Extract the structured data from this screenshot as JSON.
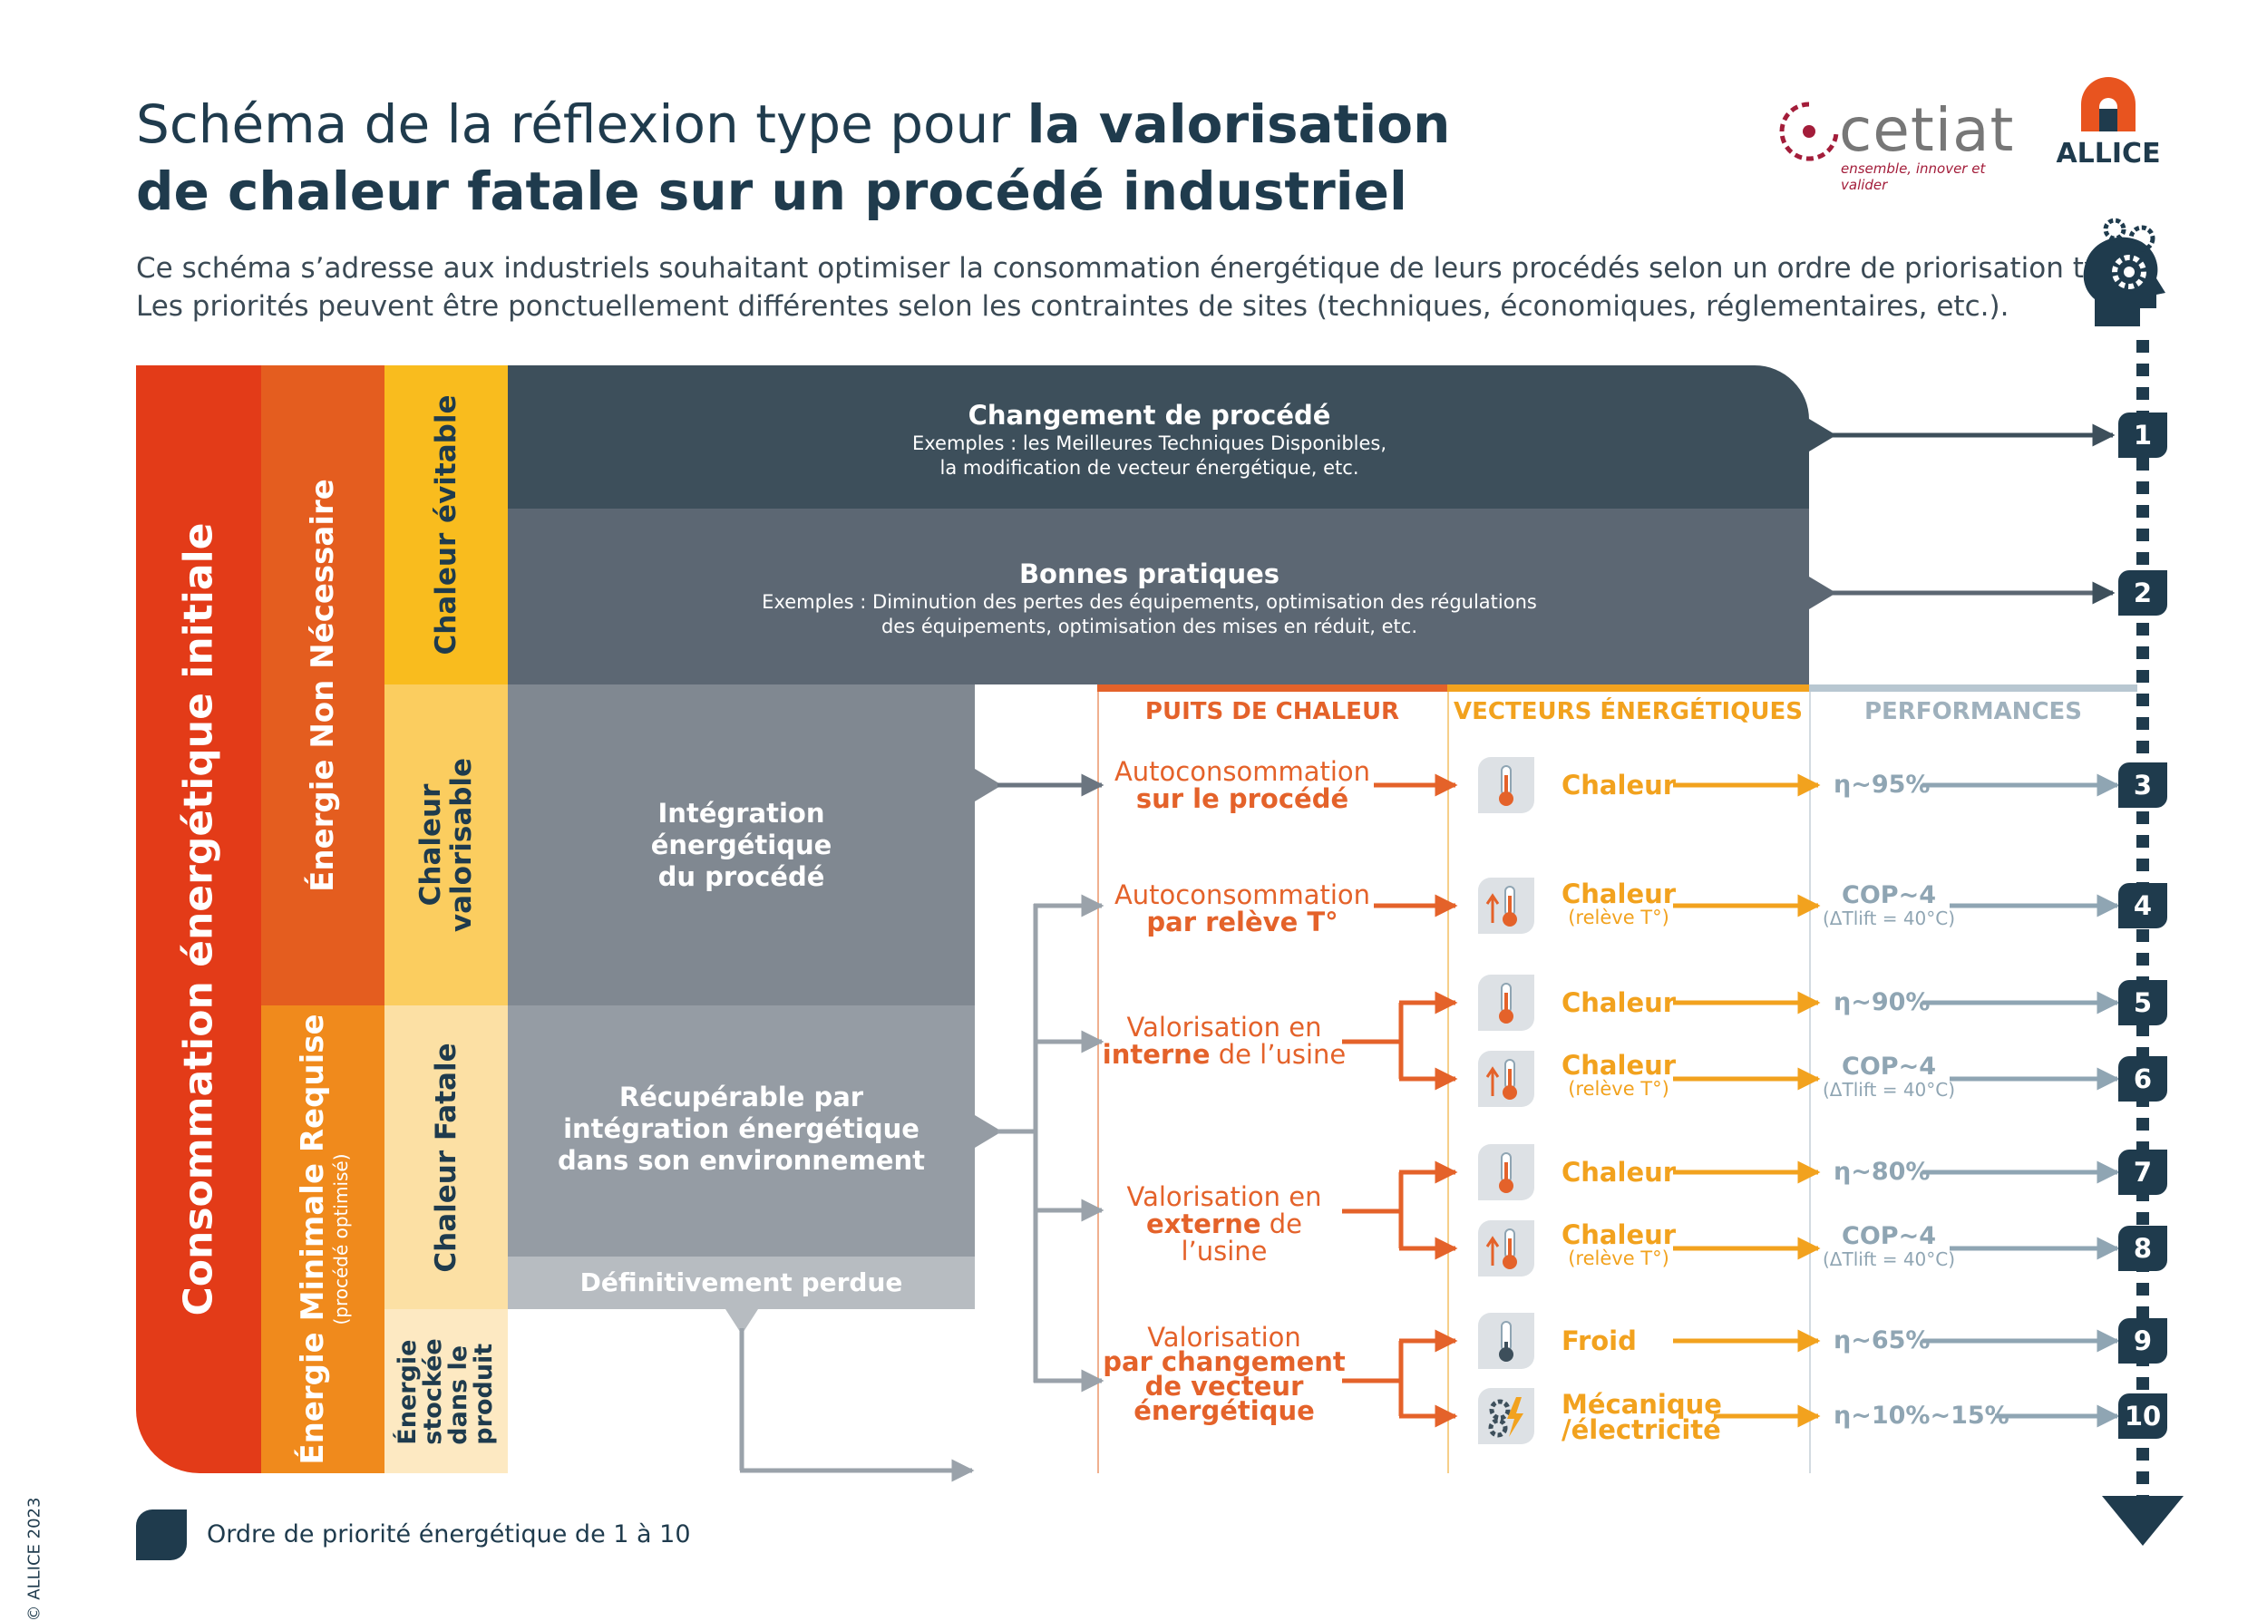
{
  "title": {
    "light": "Schéma de la réflexion type pour ",
    "bold1": "la valorisation",
    "bold2": "de chaleur fatale sur un procédé industriel"
  },
  "subtitle": {
    "line1": "Ce schéma s’adresse aux industriels souhaitant optimiser la consommation énergétique de leurs procédés selon un ordre de priorisation type.",
    "line2": "Les priorités peuvent être ponctuellement différentes selon les contraintes de sites (techniques, économiques, réglementaires, etc.)."
  },
  "logos": {
    "cetiat": "cetiat",
    "cetiat_tagline": "ensemble, innover et valider",
    "allice": "ALLICE"
  },
  "columns": {
    "col1": "Consommation énergétique initiale",
    "col2a": "Énergie Non Nécessaire",
    "col2b": "Énergie Minimale Requise",
    "col2b_sub": "(procédé optimisé)",
    "col3a": "Chaleur évitable",
    "col3b_l1": "Chaleur",
    "col3b_l2": "valorisable",
    "col3c": "Chaleur Fatale",
    "col3d_l1": "Énergie",
    "col3d_l2": "stockée",
    "col3d_l3": "dans le",
    "col3d_l4": "produit"
  },
  "boxes": {
    "change_title": "Changement de procédé",
    "change_l1": "Exemples : les Meilleures Techniques Disponibles,",
    "change_l2": "la modification de vecteur énergétique, etc.",
    "bp_title": "Bonnes pratiques",
    "bp_l1": "Exemples : Diminution des pertes des équipements, optimisation des régulations",
    "bp_l2": "des équipements, optimisation des mises en réduit, etc.",
    "integ_l1": "Intégration",
    "integ_l2": "énergétique",
    "integ_l3": "du procédé",
    "recup_l1": "Récupérable par",
    "recup_l2": "intégration énergétique",
    "recup_l3": "dans son environnement",
    "lost": "Définitivement perdue"
  },
  "headers": {
    "puits": "PUITS DE CHALEUR",
    "vecteurs": "VECTEURS ÉNERGÉTIQUES",
    "perf": "PERFORMANCES"
  },
  "destinations": {
    "d1_l1": "Autoconsommation",
    "d1_l2": "sur le procédé",
    "d2_l1": "Autoconsommation",
    "d2_l2": "par relève T°",
    "d3_l1": "Valorisation en",
    "d3_b": "interne",
    "d3_r": " de l’usine",
    "d4_l1": "Valorisation en",
    "d4_b": "externe",
    "d4_r": " de l’usine",
    "d5_l1": "Valorisation",
    "d5_l2": "par changement",
    "d5_l3": "de vecteur",
    "d5_l4": "énergétique"
  },
  "vectors": {
    "v3": "Chaleur",
    "v4": "Chaleur",
    "v4_sub": "(relève T°)",
    "v5": "Chaleur",
    "v6": "Chaleur",
    "v6_sub": "(relève T°)",
    "v7": "Chaleur",
    "v8": "Chaleur",
    "v8_sub": "(relève T°)",
    "v9": "Froid",
    "v10_l1": "Mécanique",
    "v10_l2": "/électricité"
  },
  "perfs": {
    "p3": "η~95%",
    "p4": "COP~4",
    "p4_sub": "(ΔTlift = 40°C)",
    "p5": "η~90%",
    "p6": "COP~4",
    "p6_sub": "(ΔTlift = 40°C)",
    "p7": "η~80%",
    "p8": "COP~4",
    "p8_sub": "(ΔTlift = 40°C)",
    "p9": "η~65%",
    "p10": "η~10%~15%"
  },
  "priorities": [
    "1",
    "2",
    "3",
    "4",
    "5",
    "6",
    "7",
    "8",
    "9",
    "10"
  ],
  "legend": "Ordre de priorité énergétique de 1 à 10",
  "copyright": "© ALLICE 2023",
  "colors": {
    "navy": "#1f3b4d",
    "red": "#e33b18",
    "orange": "#e45d1f",
    "amber": "#f08a1c",
    "yellow": "#f9bc1e",
    "grey_dark": "#3d4f5b",
    "accent": "#e4622a",
    "vector": "#f2a21e",
    "perf": "#8fa5b3"
  }
}
